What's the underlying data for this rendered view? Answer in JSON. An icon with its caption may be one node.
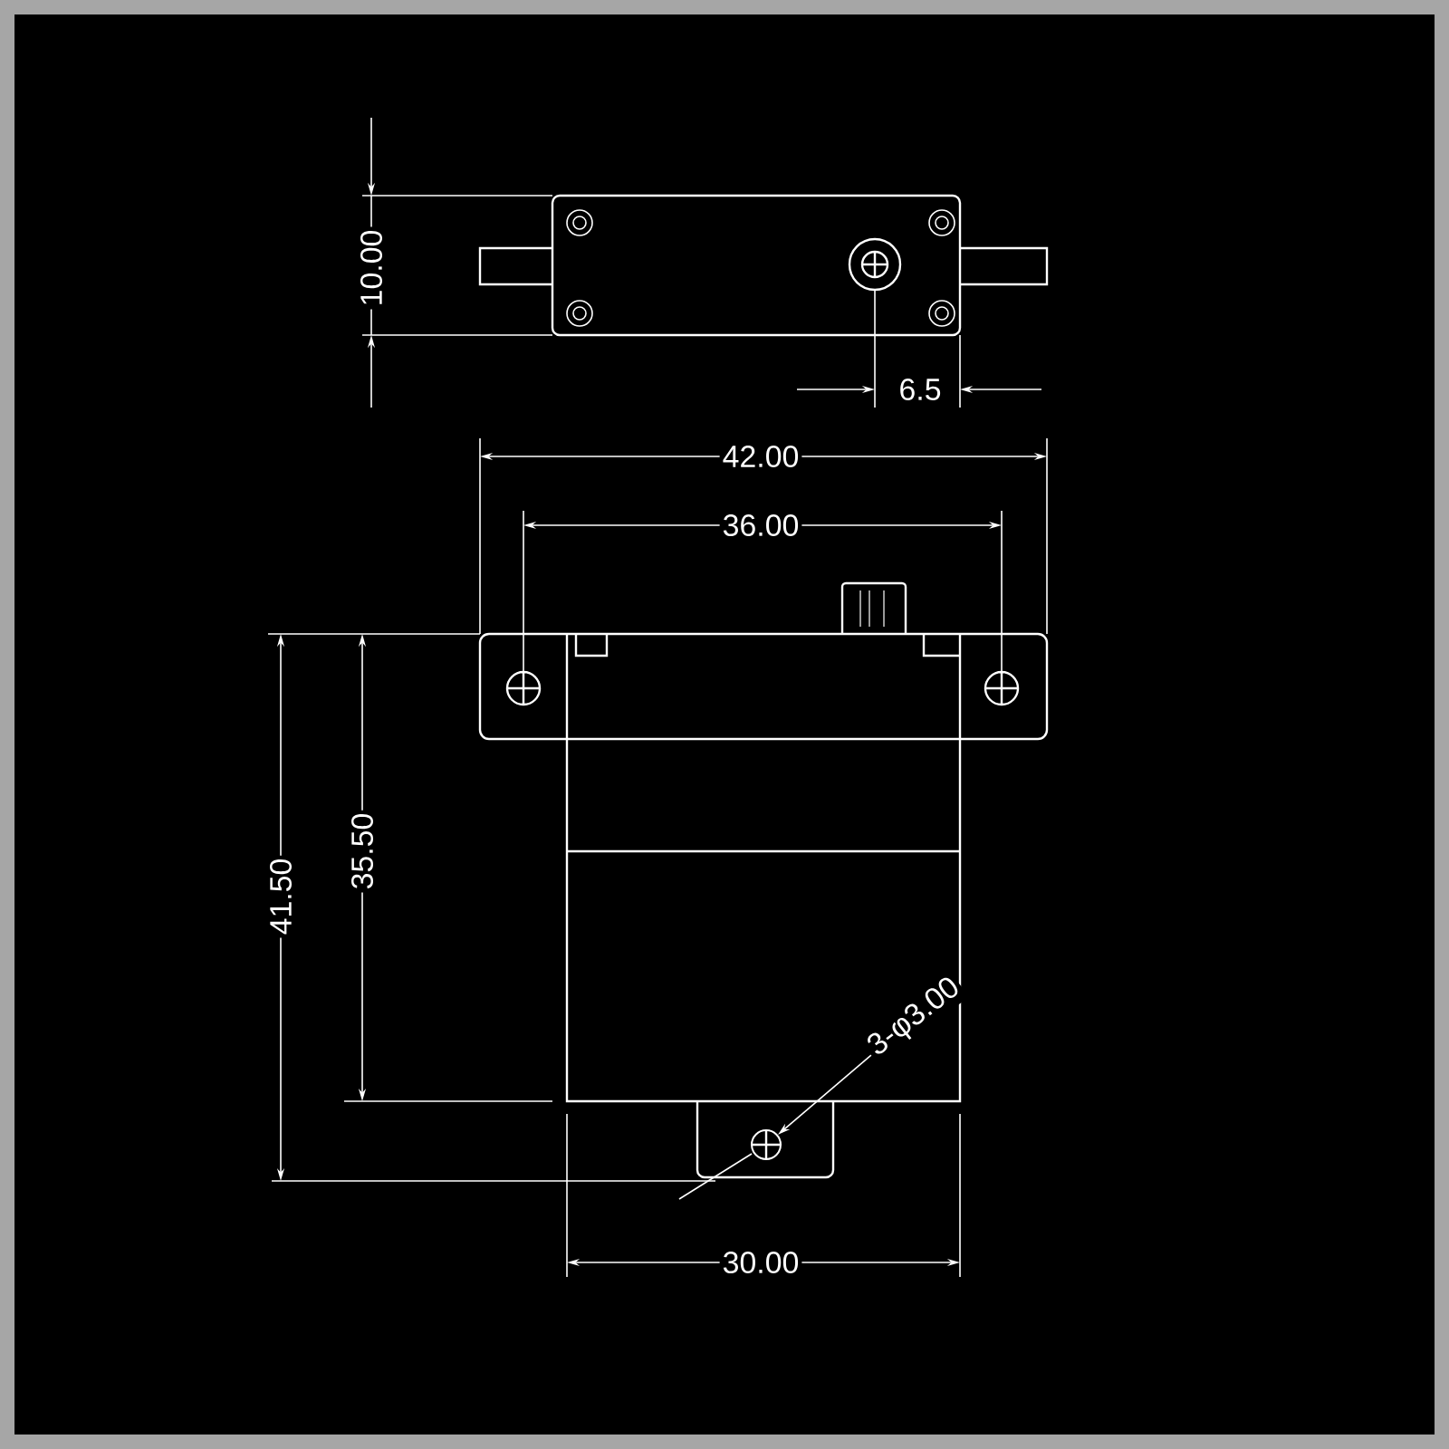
{
  "diagram": {
    "nodes": [
      {
        "text": [
          "3-φ3.00"
        ]
      },
      {
        "text": [],
        "shape": "circle"
      }
    ],
    "edges": [
      {
        "from": 0,
        "to": 1,
        "arrow": "to"
      }
    ],
    "labels": [
      "10.00",
      "6.5",
      "42.00",
      "36.00",
      "41.50",
      "35.50",
      "30.00"
    ]
  }
}
